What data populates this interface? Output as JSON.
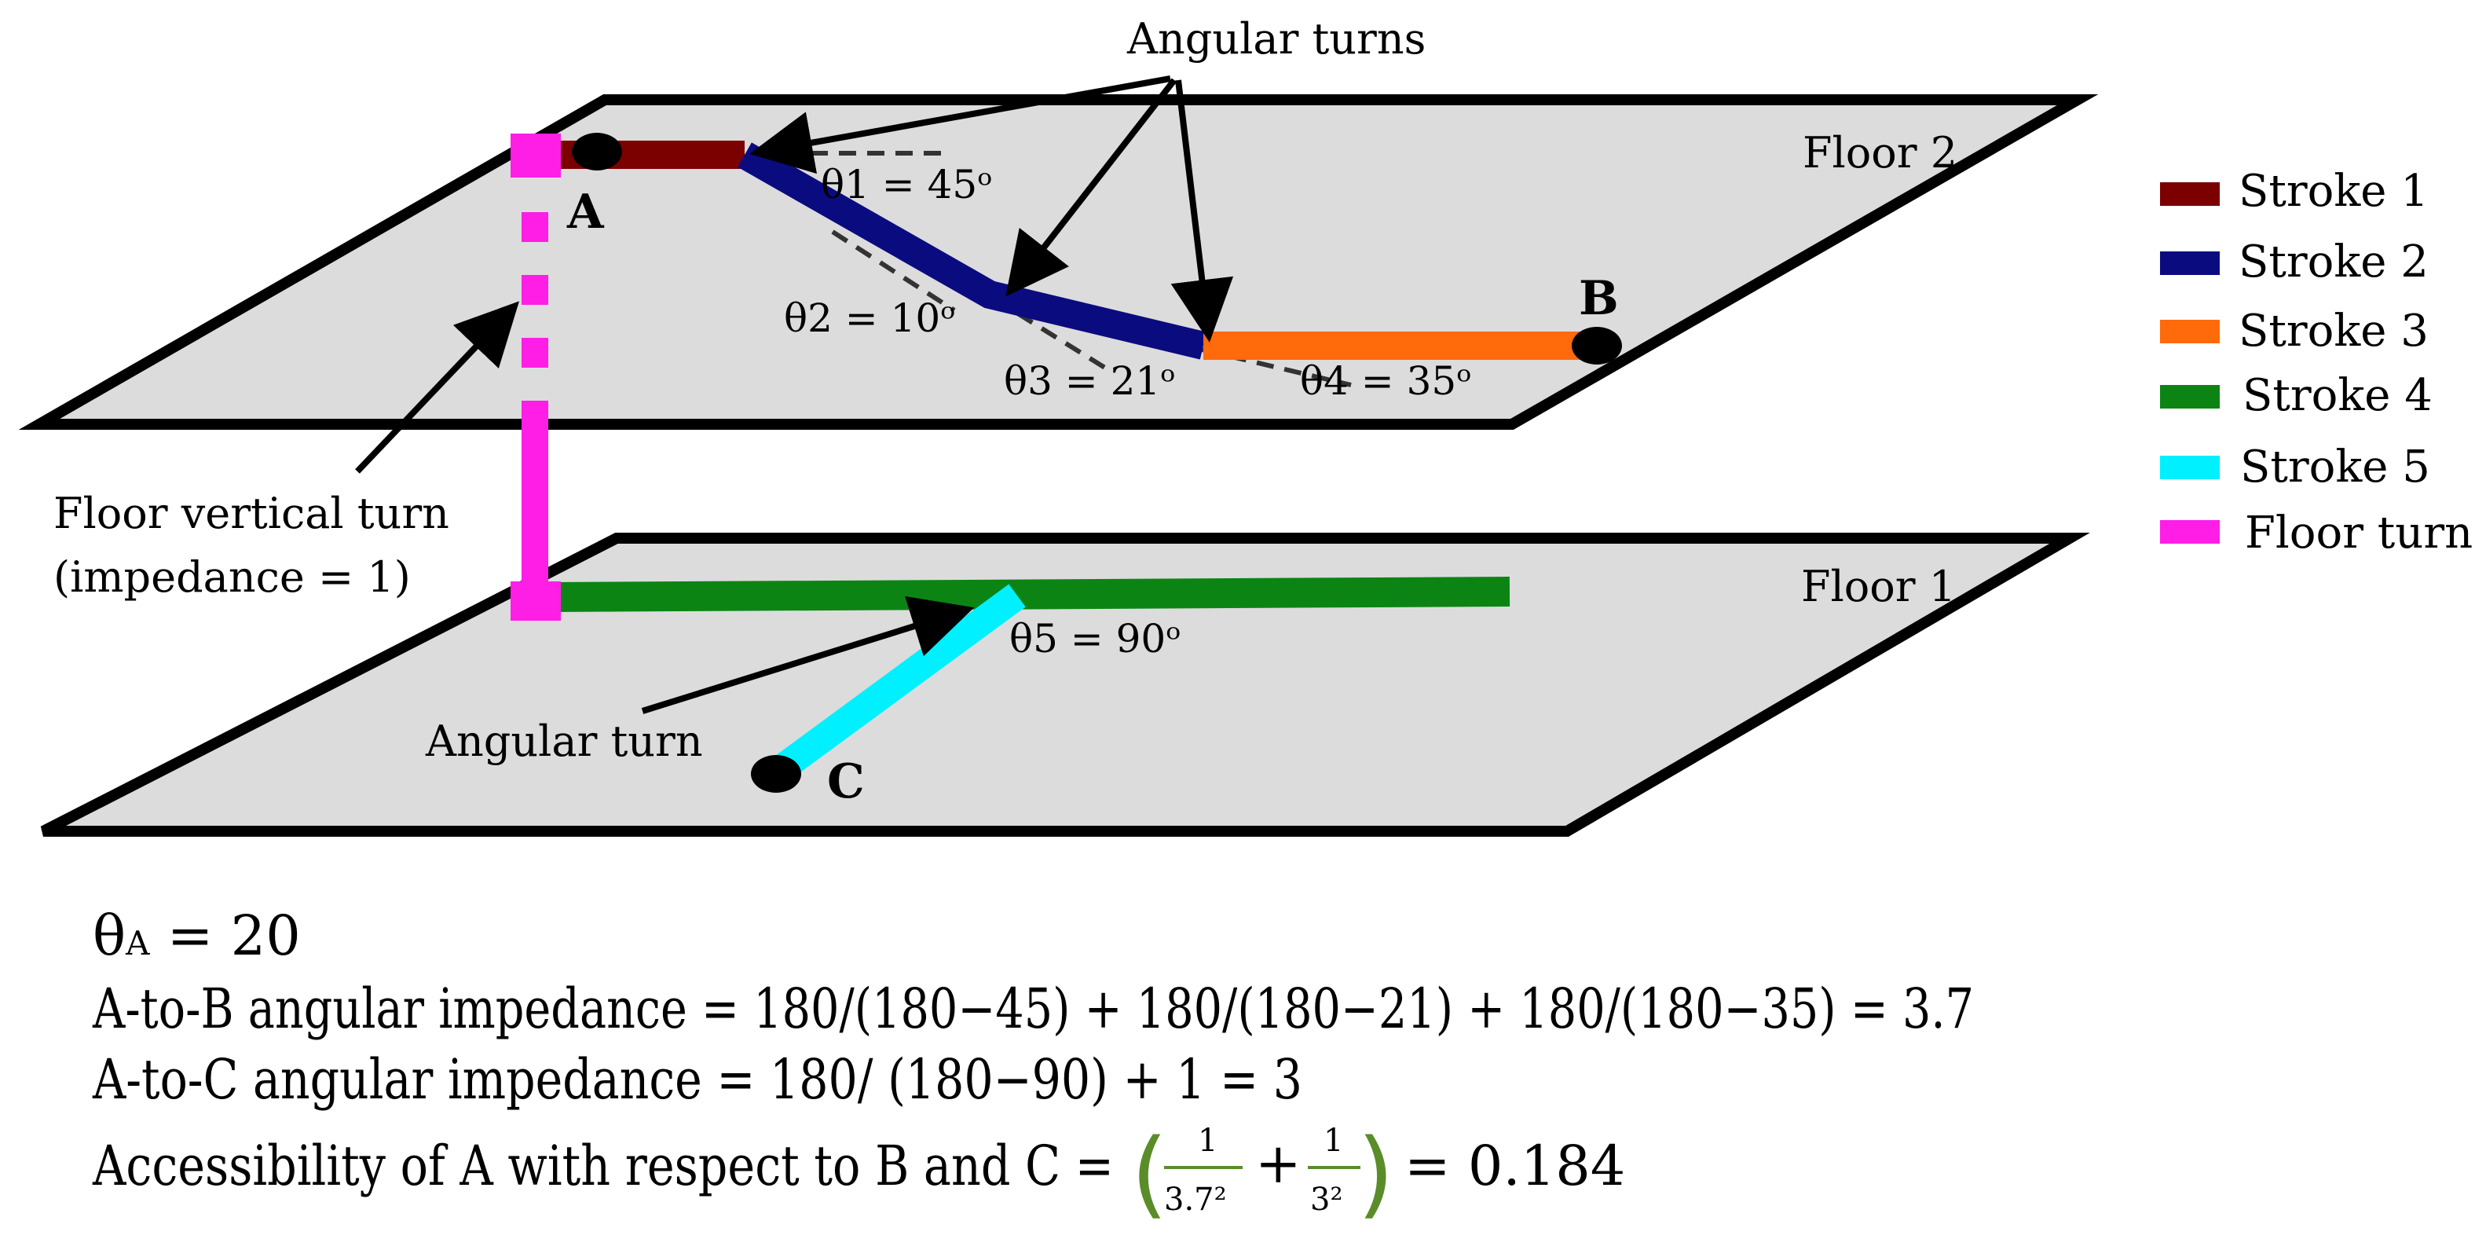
{
  "labels": {
    "angular_turns": "Angular turns",
    "angular_turn": "Angular turn",
    "floor_vertical_turn_line1": "Floor vertical turn",
    "floor_vertical_turn_line2": "(impedance = 1)",
    "floor2": "Floor 2",
    "floor1": "Floor 1",
    "point_a": "A",
    "point_b": "B",
    "point_c": "C",
    "theta1": "θ1 = 45ᵒ",
    "theta2": "θ2 = 10ᵒ",
    "theta3": "θ3 = 21ᵒ",
    "theta4": "θ4 = 35ᵒ",
    "theta5": "θ5 = 90ᵒ"
  },
  "legend": [
    {
      "label": "Stroke 1",
      "color": "#7b0000"
    },
    {
      "label": "Stroke 2",
      "color": "#0b0b80"
    },
    {
      "label": "Stroke 3",
      "color": "#ff6a0a"
    },
    {
      "label": "Stroke 4",
      "color": "#0c8414"
    },
    {
      "label": "Stroke 5",
      "color": "#00f0ff"
    },
    {
      "label": "Floor turn",
      "color": "#ff1ee6"
    }
  ],
  "colors": {
    "floor_fill": "#dcdcdc",
    "floor_outline": "#000000",
    "fraction_paren": "#5b8c2a"
  },
  "equations": {
    "theta_a_symbol": "θ",
    "theta_a_sub": "A",
    "theta_a_value": " = 20",
    "a_to_b": "A-to-B angular impedance = 180/(180−45) + 180/(180−21) + 180/(180−35) = 3.7",
    "a_to_c": "A-to-C angular impedance = 180/ (180−90) + 1 = 3",
    "accessibility_prefix": "Accessibility of A with respect to B and C =",
    "frac1_num": "1",
    "frac1_den": "3.7²",
    "frac2_num": "1",
    "frac2_den": "3²",
    "plus": "+",
    "result": "= 0.184"
  }
}
